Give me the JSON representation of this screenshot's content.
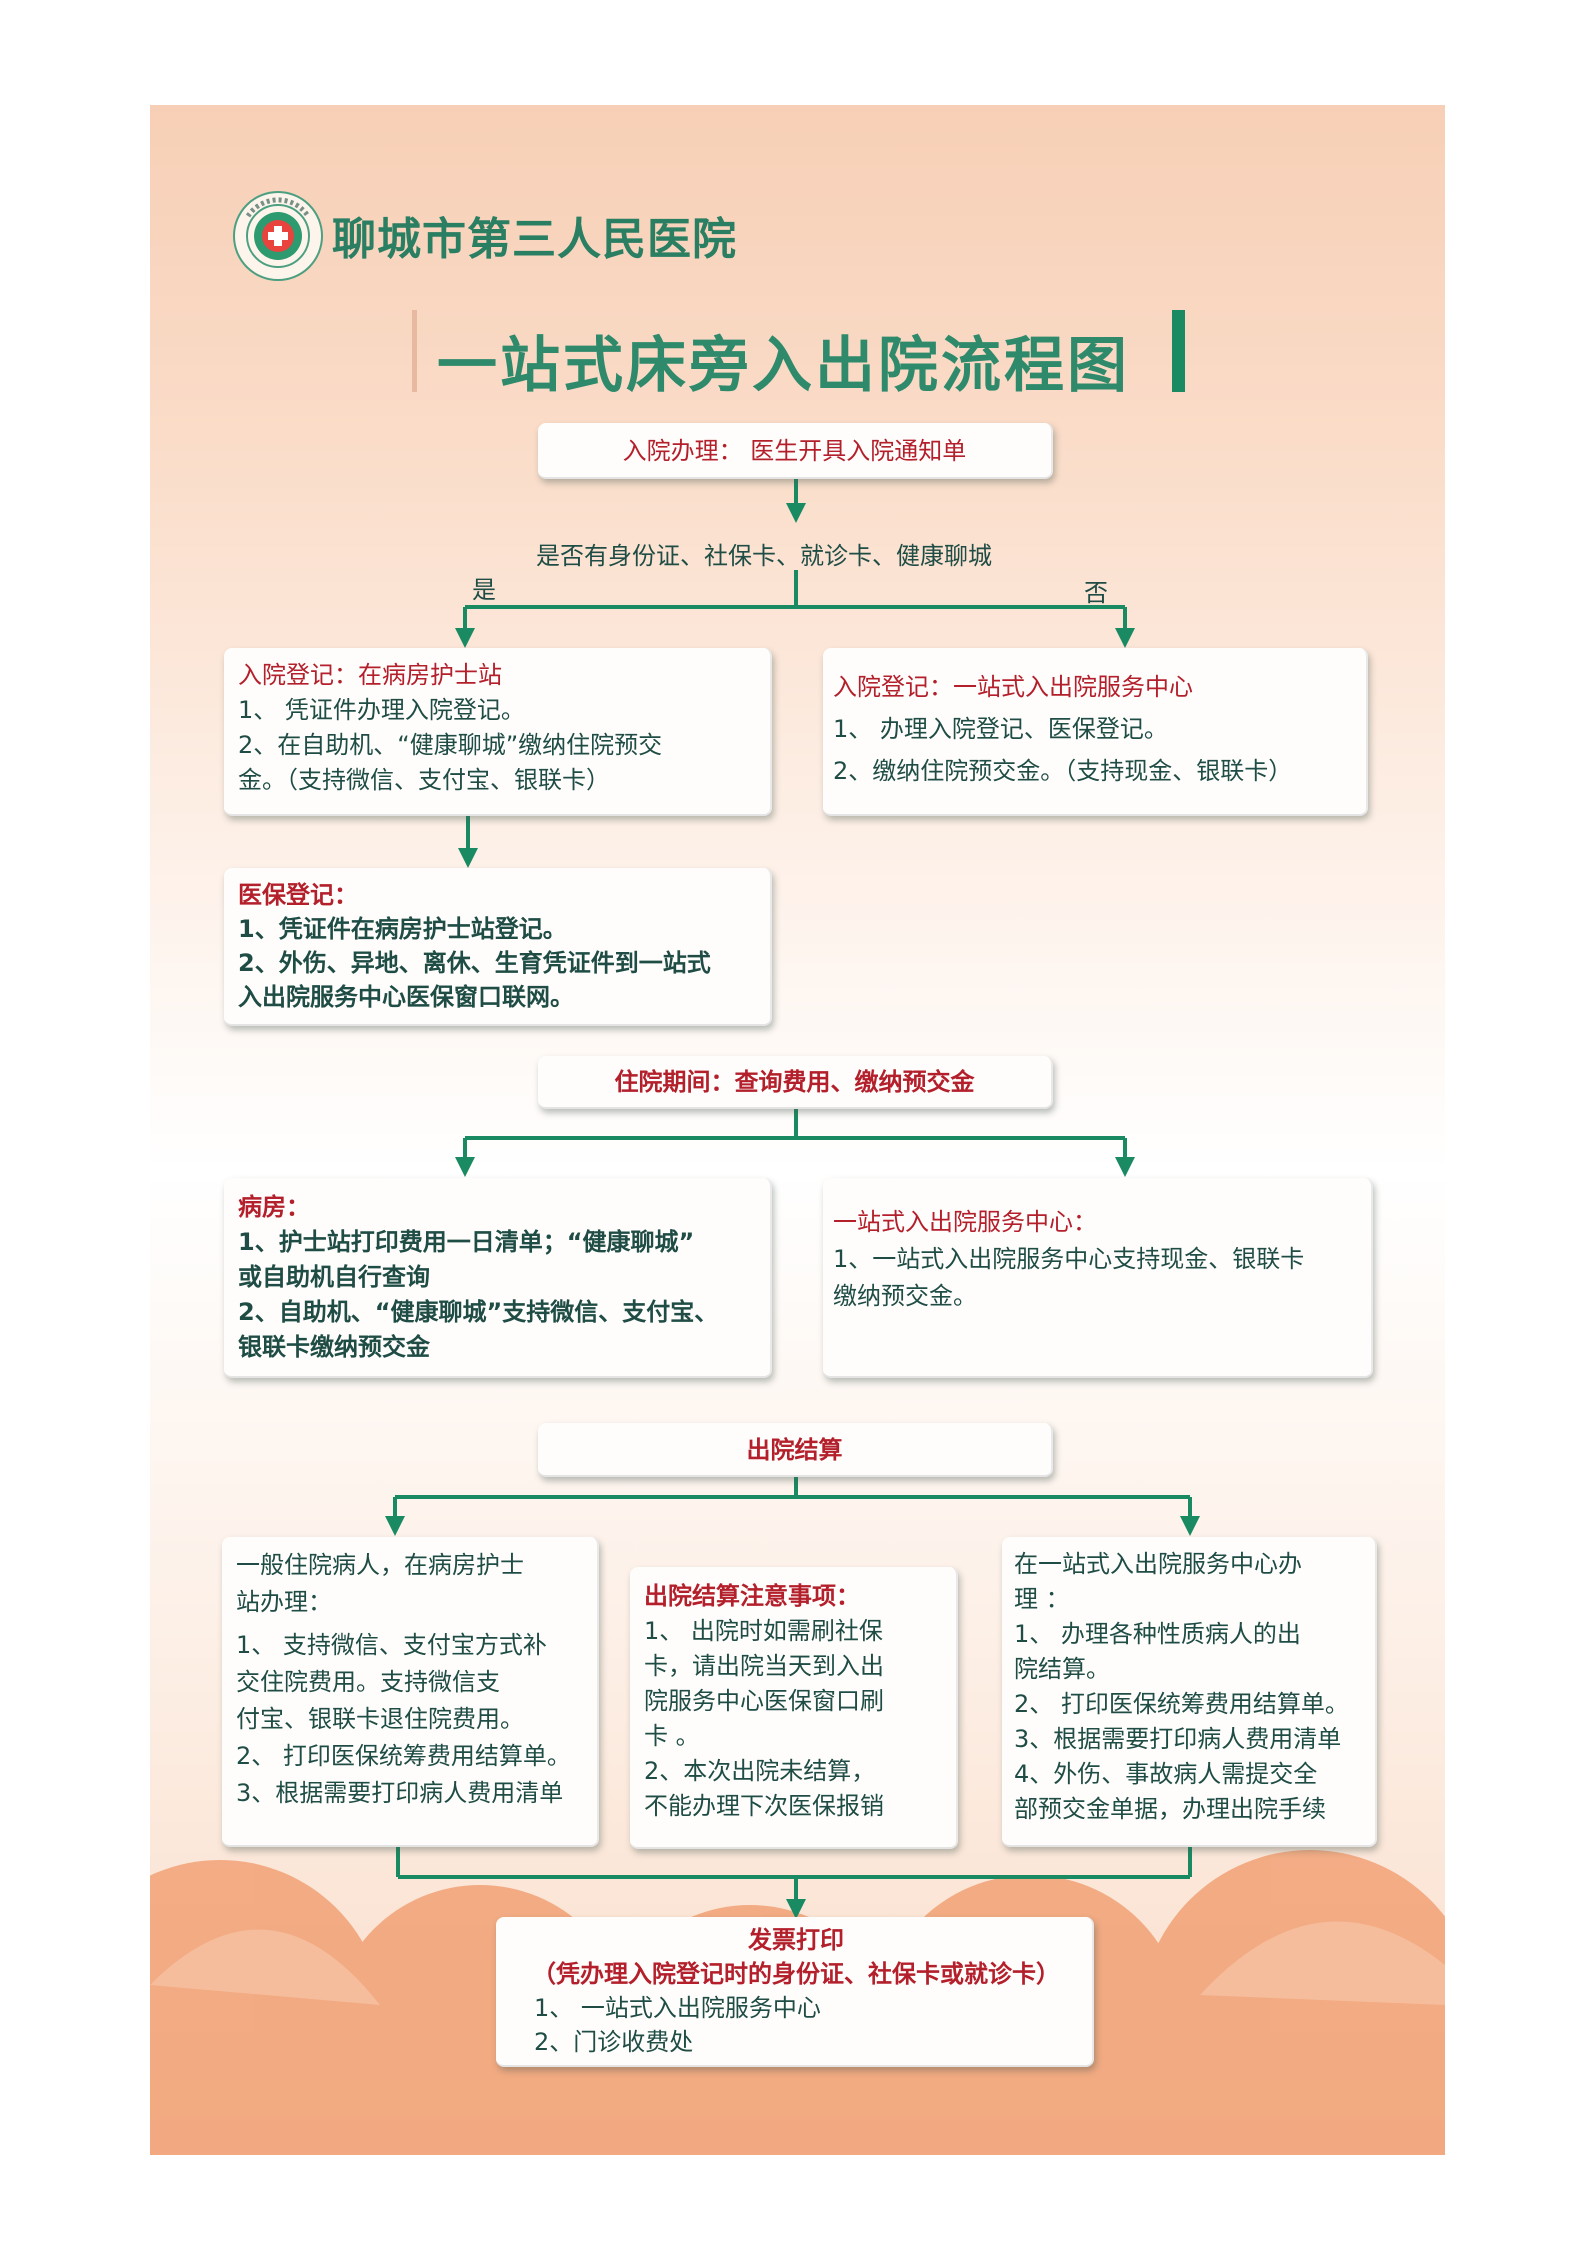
{
  "header": {
    "hospital_name": "聊城市第三人民医院",
    "page_title": "一站式床旁入出院流程图",
    "accent_color": "#1a8a63",
    "title_color": "#2f8a6c",
    "logo_icon": "hospital-seal-icon"
  },
  "admission": {
    "box": "入院办理： 医生开具入院通知单",
    "question": "是否有身份证、社保卡、就诊卡、健康聊城",
    "yes": "是",
    "no": "否",
    "left": {
      "title": "入院登记：在病房护士站",
      "l1": "1、  凭证件办理入院登记。",
      "l2": "2、在自助机、“健康聊城”缴纳住院预交",
      "l3": "金。（支持微信、支付宝、银联卡）"
    },
    "right": {
      "title": "入院登记：一站式入出院服务中心",
      "l1": "1、  办理入院登记、医保登记。",
      "l2": "2、缴纳住院预交金。（支持现金、银联卡）"
    },
    "insurance": {
      "title": "医保登记：",
      "l1": "1、凭证件在病房护士站登记。",
      "l2": "2、外伤、异地、离休、生育凭证件到一站式",
      "l3": "入出院服务中心医保窗口联网。"
    }
  },
  "stay": {
    "box": "住院期间：查询费用、缴纳预交金",
    "ward": {
      "title": "病房：",
      "l1": "1、护士站打印费用一日清单；“健康聊城”",
      "l2": "或自助机自行查询",
      "l3": "2、自助机、“健康聊城”支持微信、支付宝、",
      "l4": "银联卡缴纳预交金"
    },
    "center": {
      "title": "一站式入出院服务中心：",
      "l1": "1、一站式入出院服务中心支持现金、银联卡",
      "l2": "缴纳预交金。"
    }
  },
  "discharge": {
    "box": "出院结算",
    "left": {
      "l1": "一般住院病人，在病房护士",
      "l2": "站办理：",
      "l3": "1、  支持微信、支付宝方式补",
      "l4": "交住院费用。支持微信支",
      "l5": "付宝、银联卡退住院费用。",
      "l6": "2、  打印医保统筹费用结算单。",
      "l7": "3、根据需要打印病人费用清单"
    },
    "notes": {
      "title": "出院结算注意事项：",
      "l1": "1、  出院时如需刷社保",
      "l2": "卡，请出院当天到入出",
      "l3": "院服务中心医保窗口刷",
      "l4": "卡 。",
      "l5": "2、本次出院未结算，",
      "l6": "不能办理下次医保报销"
    },
    "right": {
      "l1": "在一站式入出院服务中心办",
      "l2": "理 ：",
      "l3": "1、  办理各种性质病人的出",
      "l4": "院结算。",
      "l5": "2、  打印医保统筹费用结算单。",
      "l6": "3、根据需要打印病人费用清单",
      "l7": "4、外伤、事故病人需提交全",
      "l8": "部预交金单据，办理出院手续"
    }
  },
  "invoice": {
    "title": "发票打印",
    "subtitle": "（凭办理入院登记时的身份证、社保卡或就诊卡）",
    "l1": "1、  一站式入出院服务中心",
    "l2": "2、门诊收费处"
  }
}
